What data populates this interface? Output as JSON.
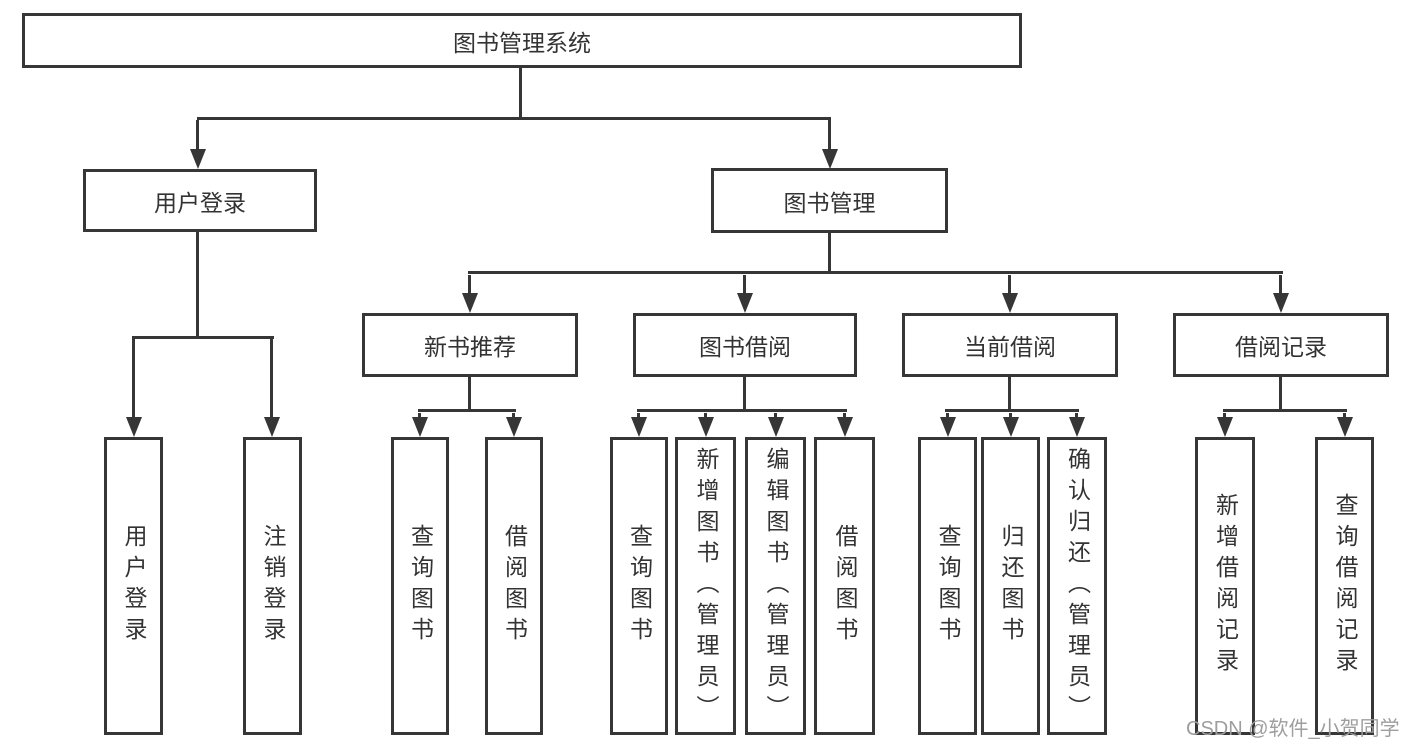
{
  "tree": {
    "label": "图书管理系统",
    "children": [
      {
        "label": "用户登录",
        "children": [
          {
            "label": "用户登录"
          },
          {
            "label": "注销登录"
          }
        ]
      },
      {
        "label": "图书管理",
        "children": [
          {
            "label": "新书推荐",
            "children": [
              {
                "label": "查询图书"
              },
              {
                "label": "借阅图书"
              }
            ]
          },
          {
            "label": "图书借阅",
            "children": [
              {
                "label": "查询图书"
              },
              {
                "label": "新增图书（管理员）"
              },
              {
                "label": "编辑图书（管理员）"
              },
              {
                "label": "借阅图书"
              }
            ]
          },
          {
            "label": "当前借阅",
            "children": [
              {
                "label": "查询图书"
              },
              {
                "label": "归还图书"
              },
              {
                "label": "确认归还（管理员）"
              }
            ]
          },
          {
            "label": "借阅记录",
            "children": [
              {
                "label": "新增借阅记录"
              },
              {
                "label": "查询借阅记录"
              }
            ]
          }
        ]
      }
    ]
  },
  "watermark": {
    "text": "CSDN @软件_小贺同学"
  },
  "colors": {
    "line": "#363636",
    "text": "#333333",
    "bg": "#ffffff",
    "watermark": "#9e9e9e"
  }
}
